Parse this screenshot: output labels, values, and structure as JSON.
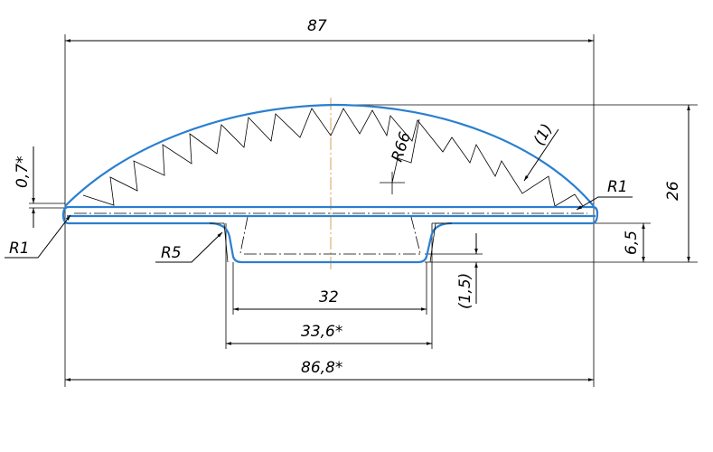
{
  "drawing": {
    "dimensions": {
      "overall_width": "87",
      "height": "26",
      "base_height": "6,5",
      "inner_width": "32",
      "recess_width": "33,6*",
      "flange_width": "86,8*",
      "recess_depth": "(1,5)",
      "flange_thickness": "0,7*",
      "tooth_depth": "(1)"
    },
    "radii": {
      "left_edge": "R1",
      "right_edge": "R1",
      "fillet": "R5",
      "dome": "R66"
    },
    "colors": {
      "part_outline": "#2a7fd0",
      "centerline": "#d9a050"
    }
  }
}
